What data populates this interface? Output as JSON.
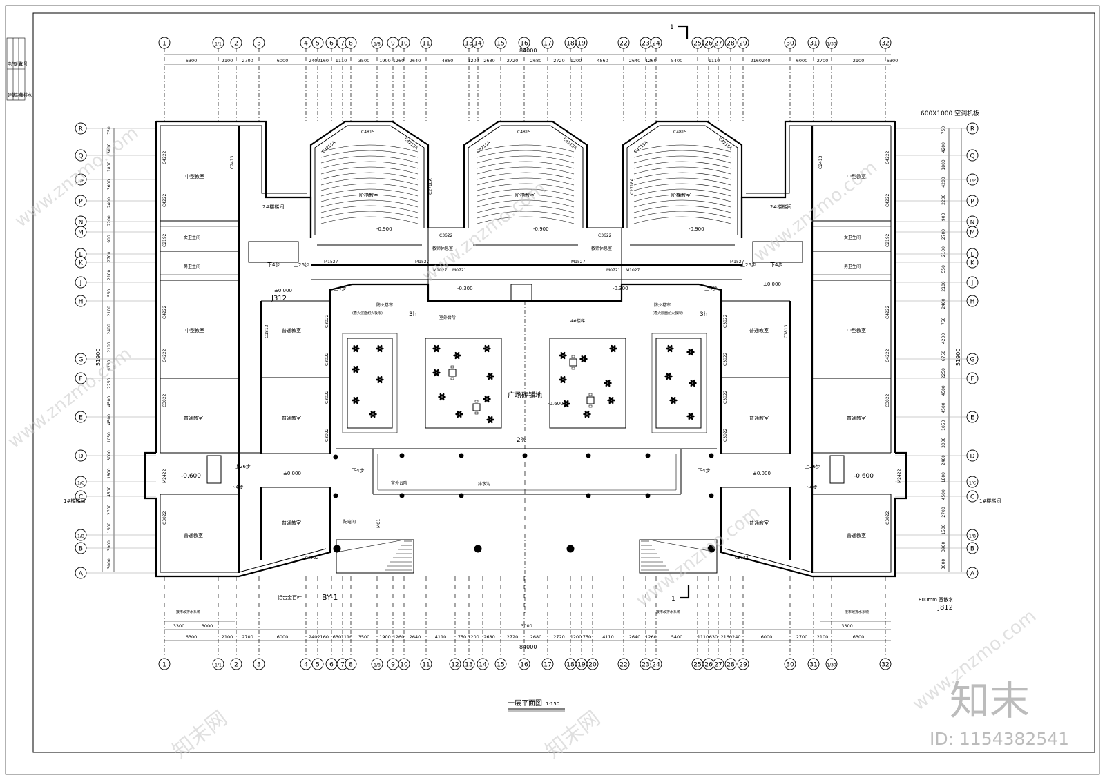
{
  "title_block": {
    "sheet_title": "一层平面图",
    "scale": "1:150",
    "side_labels": [
      "建筑",
      "结构",
      "给排水",
      "电气",
      "暖通",
      "图号"
    ]
  },
  "overall_dimension": "84000",
  "axes_top": [
    "1",
    "1/1",
    "2",
    "3",
    "4",
    "5",
    "6",
    "7",
    "8",
    "1/8",
    "9",
    "10",
    "11",
    "13",
    "14",
    "15",
    "16",
    "17",
    "18",
    "19",
    "22",
    "23",
    "24",
    "25",
    "26",
    "27",
    "28",
    "29",
    "30",
    "31",
    "1/30",
    "32"
  ],
  "axes_bottom": [
    "1",
    "1/1",
    "2",
    "3",
    "4",
    "5",
    "6",
    "7",
    "8",
    "1/8",
    "9",
    "10",
    "11",
    "12",
    "13",
    "14",
    "15",
    "16",
    "17",
    "18",
    "19",
    "20",
    "22",
    "23",
    "24",
    "25",
    "26",
    "27",
    "28",
    "29",
    "30",
    "31",
    "1/30",
    "32"
  ],
  "axes_side": [
    "R",
    "Q",
    "1/P",
    "P",
    "N",
    "M",
    "L",
    "K",
    "J",
    "H",
    "G",
    "F",
    "E",
    "D",
    "1/C",
    "C",
    "1/B",
    "B",
    "A"
  ],
  "dims_top": [
    "6300",
    "2100",
    "2700",
    "6000",
    "2402160",
    "1110",
    "3500",
    "1900",
    "1260",
    "2640",
    "4860",
    "1200",
    "2680",
    "2720",
    "2680",
    "2720",
    "1200",
    "4860",
    "2640",
    "1260",
    "5400",
    "1110",
    "2160240",
    "6000",
    "2700",
    "2100",
    "6300"
  ],
  "dims_bottom": [
    "6300",
    "2100",
    "2700",
    "6000",
    "2402160",
    "630",
    "1110",
    "3500",
    "1900",
    "1260",
    "2640",
    "4110",
    "750",
    "1200",
    "2680",
    "2720",
    "2680",
    "2720",
    "1200",
    "750",
    "4110",
    "2640",
    "1260",
    "5400",
    "1110",
    "630",
    "2160240",
    "6000",
    "2700",
    "2100",
    "6300"
  ],
  "dims_bottom_extra": [
    "3300",
    "3000",
    "3000",
    "3300"
  ],
  "dims_side_left": [
    "750",
    "3000",
    "1800",
    "3600",
    "2400",
    "2200",
    "900",
    "2700",
    "2100",
    "550",
    "2100",
    "2400",
    "2100",
    "6750",
    "2250",
    "4500",
    "4500",
    "1050",
    "3000",
    "1800",
    "4500",
    "2700",
    "1500",
    "3900",
    "3000"
  ],
  "dims_side_right": [
    "750",
    "4200",
    "1800",
    "4200",
    "2200",
    "900",
    "2700",
    "2100",
    "550",
    "2100",
    "2400",
    "750",
    "4200",
    "6750",
    "2250",
    "4500",
    "4500",
    "1050",
    "3000",
    "2400",
    "1800",
    "4500",
    "2700",
    "1500",
    "3900",
    "3000"
  ],
  "overall_side": "51900",
  "rooms": [
    "中型教室",
    "女卫生间",
    "男卫生间",
    "中型教室",
    "普通教室",
    "普通教室",
    "普通教室",
    "阶梯教室",
    "阶梯教室",
    "阶梯教室",
    "教师休息室",
    "教师休息室",
    "广场砖铺地",
    "配电间"
  ],
  "room_labels": {
    "middle_class": "中型教室",
    "normal_class": "普通教室",
    "lecture": "阶梯教室",
    "teacher_rest": "教师休息室",
    "female_wc": "女卫生间",
    "male_wc": "男卫生间",
    "plaza": "广场砖铺地",
    "electric": "配电间"
  },
  "windows": [
    "C4815",
    "C4215A",
    "C2718A",
    "C3622",
    "C4222",
    "C2413",
    "C3022",
    "C1813",
    "C2722",
    "C2192"
  ],
  "doors": [
    "M1527",
    "M1027",
    "M0721",
    "M2422",
    "MC1"
  ],
  "levels": {
    "ground": "±0.000",
    "plaza": "-0.600",
    "lecture": "-0.900",
    "corridor": "-0.300",
    "stair_down": "-0.600"
  },
  "annotations": {
    "stair1": "1#楼梯间",
    "stair2": "2#楼梯间",
    "stair4": "4#楼梯",
    "up4": "上4步",
    "down4": "下4步",
    "up26": "上26步",
    "fire_roll": "防火卷帘",
    "fire_time": "3h",
    "slope": "2%",
    "drain": "排水沟",
    "shutter": "铝合金百叶",
    "by": "BY-1",
    "ac": "600X1000 空调机板",
    "dim800": "800mm 宽散水",
    "j312": "J312",
    "j812": "J812",
    "rainwater": "接市政排水系统",
    "section_mark": "1",
    "outdoor_ramp": "室外台阶",
    "fire_door": "(着火层面耐火极限)"
  },
  "watermark": {
    "brand": "知末",
    "id_text": "ID: 1154382541",
    "site": "www.znzmo.com",
    "site_cn": "知末网"
  }
}
